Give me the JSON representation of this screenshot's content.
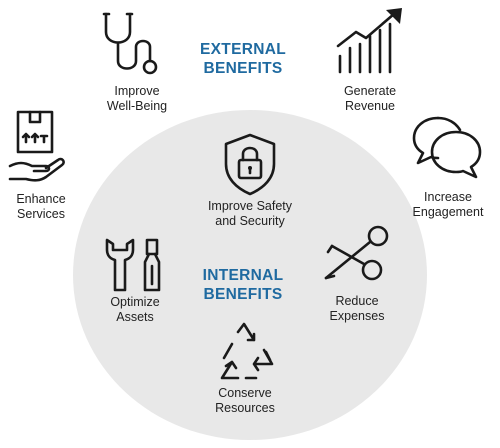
{
  "external_heading": {
    "line1": "EXTERNAL",
    "line2": "BENEFITS"
  },
  "internal_heading": {
    "line1": "INTERNAL",
    "line2": "BENEFITS"
  },
  "external_benefits": [
    {
      "id": "well-being",
      "icon": "stethoscope-icon",
      "line1": "Improve",
      "line2": "Well-Being"
    },
    {
      "id": "revenue",
      "icon": "growth-chart-icon",
      "line1": "Generate",
      "line2": "Revenue"
    },
    {
      "id": "services",
      "icon": "package-hand-icon",
      "line1": "Enhance",
      "line2": "Services"
    },
    {
      "id": "engagement",
      "icon": "speech-bubbles-icon",
      "line1": "Increase",
      "line2": "Engagement"
    }
  ],
  "internal_benefits": [
    {
      "id": "safety",
      "icon": "shield-lock-icon",
      "line1": "Improve Safety",
      "line2": "and Security"
    },
    {
      "id": "assets",
      "icon": "wrench-screwdriver-icon",
      "line1": "Optimize",
      "line2": "Assets"
    },
    {
      "id": "expenses",
      "icon": "scissors-icon",
      "line1": "Reduce",
      "line2": "Expenses"
    },
    {
      "id": "resources",
      "icon": "recycle-icon",
      "line1": "Conserve",
      "line2": "Resources"
    }
  ],
  "colors": {
    "heading": "#1f6aa0",
    "circle": "#e8e8e8",
    "icon": "#1a1a1a"
  }
}
